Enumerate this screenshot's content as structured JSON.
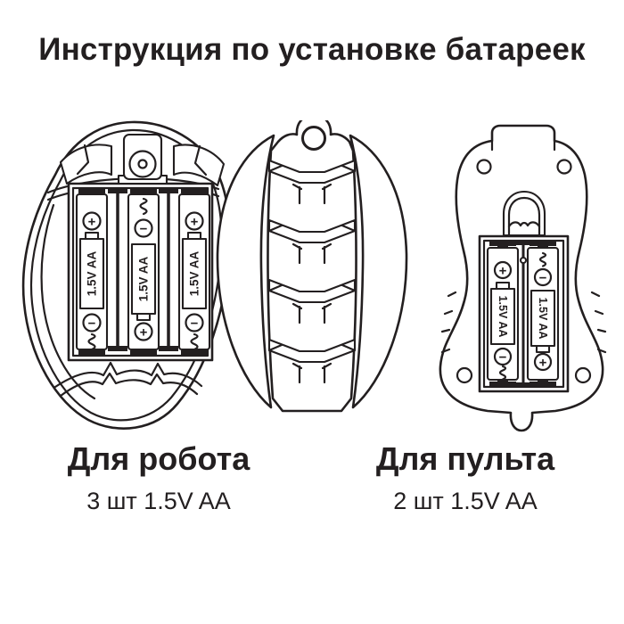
{
  "title": "Инструкция по установке батареек",
  "colors": {
    "ink": "#231f20",
    "background": "#ffffff"
  },
  "figures": {
    "robot_bottom": {
      "caption": "Для робота",
      "spec": "3 шт 1.5V AA",
      "battery_count": 3,
      "batteries": [
        {
          "label": "1.5V AA",
          "top_polarity": "+",
          "bottom_polarity": "−"
        },
        {
          "label": "1.5V AA",
          "top_polarity": "−",
          "bottom_polarity": "+"
        },
        {
          "label": "1.5V AA",
          "top_polarity": "+",
          "bottom_polarity": "−"
        }
      ]
    },
    "robot_side": {
      "description": "side view of robot tread"
    },
    "remote": {
      "caption": "Для пульта",
      "spec": "2 шт 1.5V AA",
      "battery_count": 2,
      "batteries": [
        {
          "label": "1.5V AA",
          "top_polarity": "+",
          "bottom_polarity": "−"
        },
        {
          "label": "1.5V AA",
          "top_polarity": "−",
          "bottom_polarity": "+"
        }
      ]
    }
  }
}
